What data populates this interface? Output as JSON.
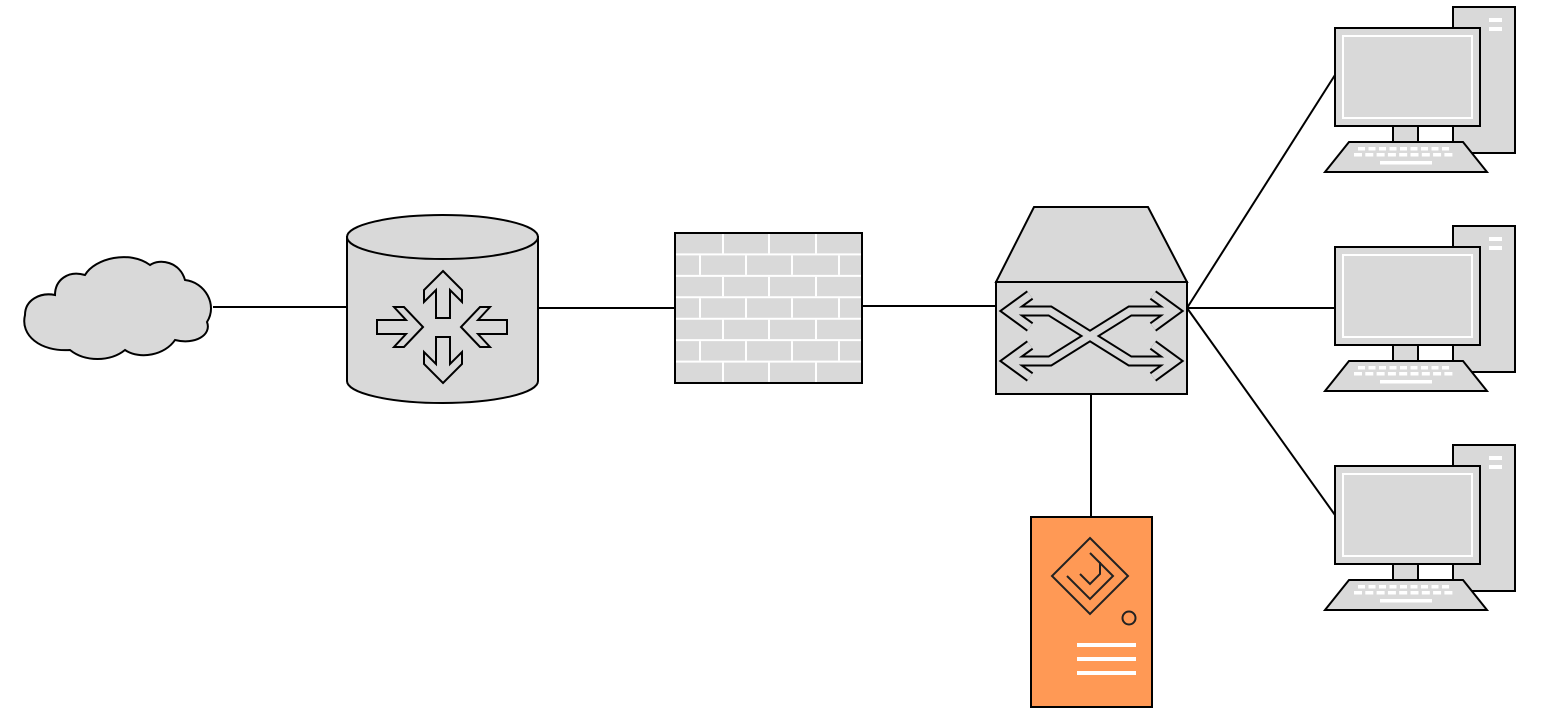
{
  "diagram": {
    "type": "network-topology",
    "colors": {
      "device_fill": "#d9d9d9",
      "server_fill": "#ff9955",
      "stroke": "#000000",
      "background": "#ffffff"
    },
    "nodes": [
      {
        "id": "internet",
        "icon": "cloud-icon"
      },
      {
        "id": "router",
        "icon": "router-icon"
      },
      {
        "id": "firewall",
        "icon": "firewall-icon"
      },
      {
        "id": "switch",
        "icon": "switch-icon"
      },
      {
        "id": "server",
        "icon": "server-icon"
      },
      {
        "id": "workstation-1",
        "icon": "desktop-computer-icon"
      },
      {
        "id": "workstation-2",
        "icon": "desktop-computer-icon"
      },
      {
        "id": "workstation-3",
        "icon": "desktop-computer-icon"
      }
    ],
    "links": [
      [
        "internet",
        "router"
      ],
      [
        "router",
        "firewall"
      ],
      [
        "firewall",
        "switch"
      ],
      [
        "switch",
        "server"
      ],
      [
        "switch",
        "workstation-1"
      ],
      [
        "switch",
        "workstation-2"
      ],
      [
        "switch",
        "workstation-3"
      ]
    ]
  }
}
